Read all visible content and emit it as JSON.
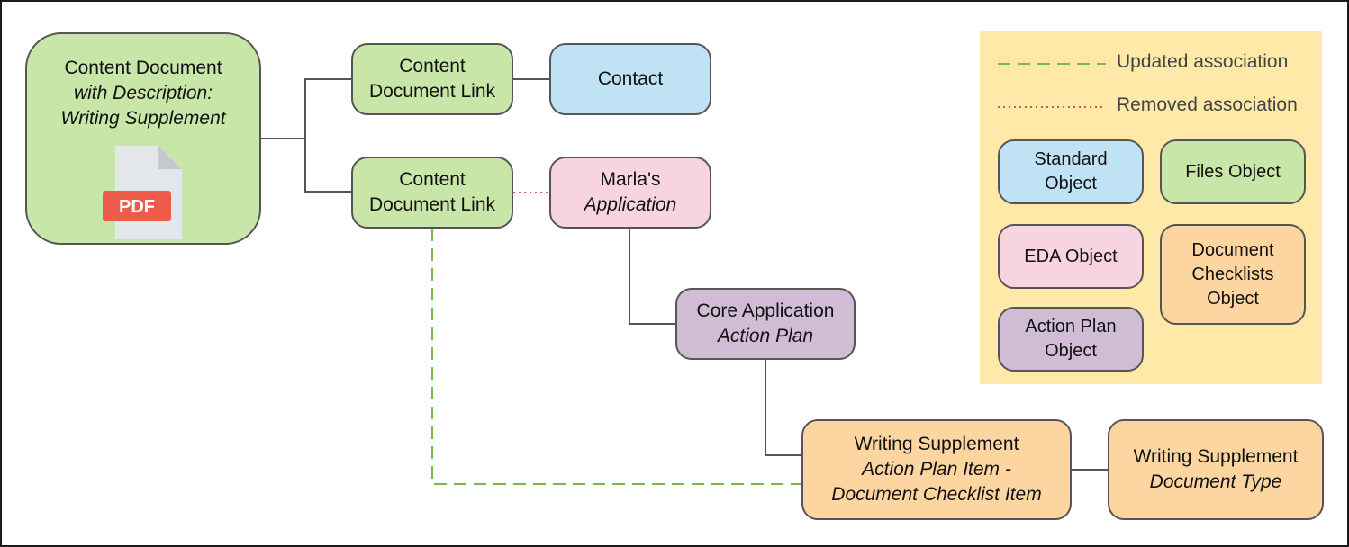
{
  "nodes": {
    "content_document": {
      "line1": "Content Document",
      "line2": "with Description:",
      "line3": "Writing Supplement",
      "icon": "pdf-file-icon",
      "icon_text": "PDF"
    },
    "cdl_top": {
      "line1": "Content",
      "line2": "Document Link"
    },
    "contact": {
      "line1": "Contact"
    },
    "cdl_bottom": {
      "line1": "Content",
      "line2": "Document Link"
    },
    "application": {
      "line1": "Marla's",
      "line2": "Application"
    },
    "action_plan": {
      "line1": "Core Application",
      "line2": "Action Plan"
    },
    "plan_item": {
      "line1": "Writing Supplement",
      "line2": "Action Plan Item -",
      "line3": "Document Checklist Item"
    },
    "doc_type": {
      "line1": "Writing Supplement",
      "line2": "Document Type"
    }
  },
  "legend": {
    "updated": "Updated association",
    "removed": "Removed association",
    "standard": {
      "line1": "Standard",
      "line2": "Object"
    },
    "files": {
      "line1": "Files Object"
    },
    "eda": {
      "line1": "EDA Object"
    },
    "checklists": {
      "line1": "Document",
      "line2": "Checklists",
      "line3": "Object"
    },
    "action_plan": {
      "line1": "Action Plan",
      "line2": "Object"
    }
  },
  "colors": {
    "files_object": "#c8e6a8",
    "standard_object": "#bfe2f5",
    "eda_object": "#f8d3e0",
    "action_plan_object": "#d1bcd5",
    "document_checklists_object": "#fdd5a0",
    "legend_background": "#ffe9a8",
    "updated_association": "#7ab648",
    "removed_association": "#d9534f",
    "pdf_badge": "#ee5b4b"
  }
}
